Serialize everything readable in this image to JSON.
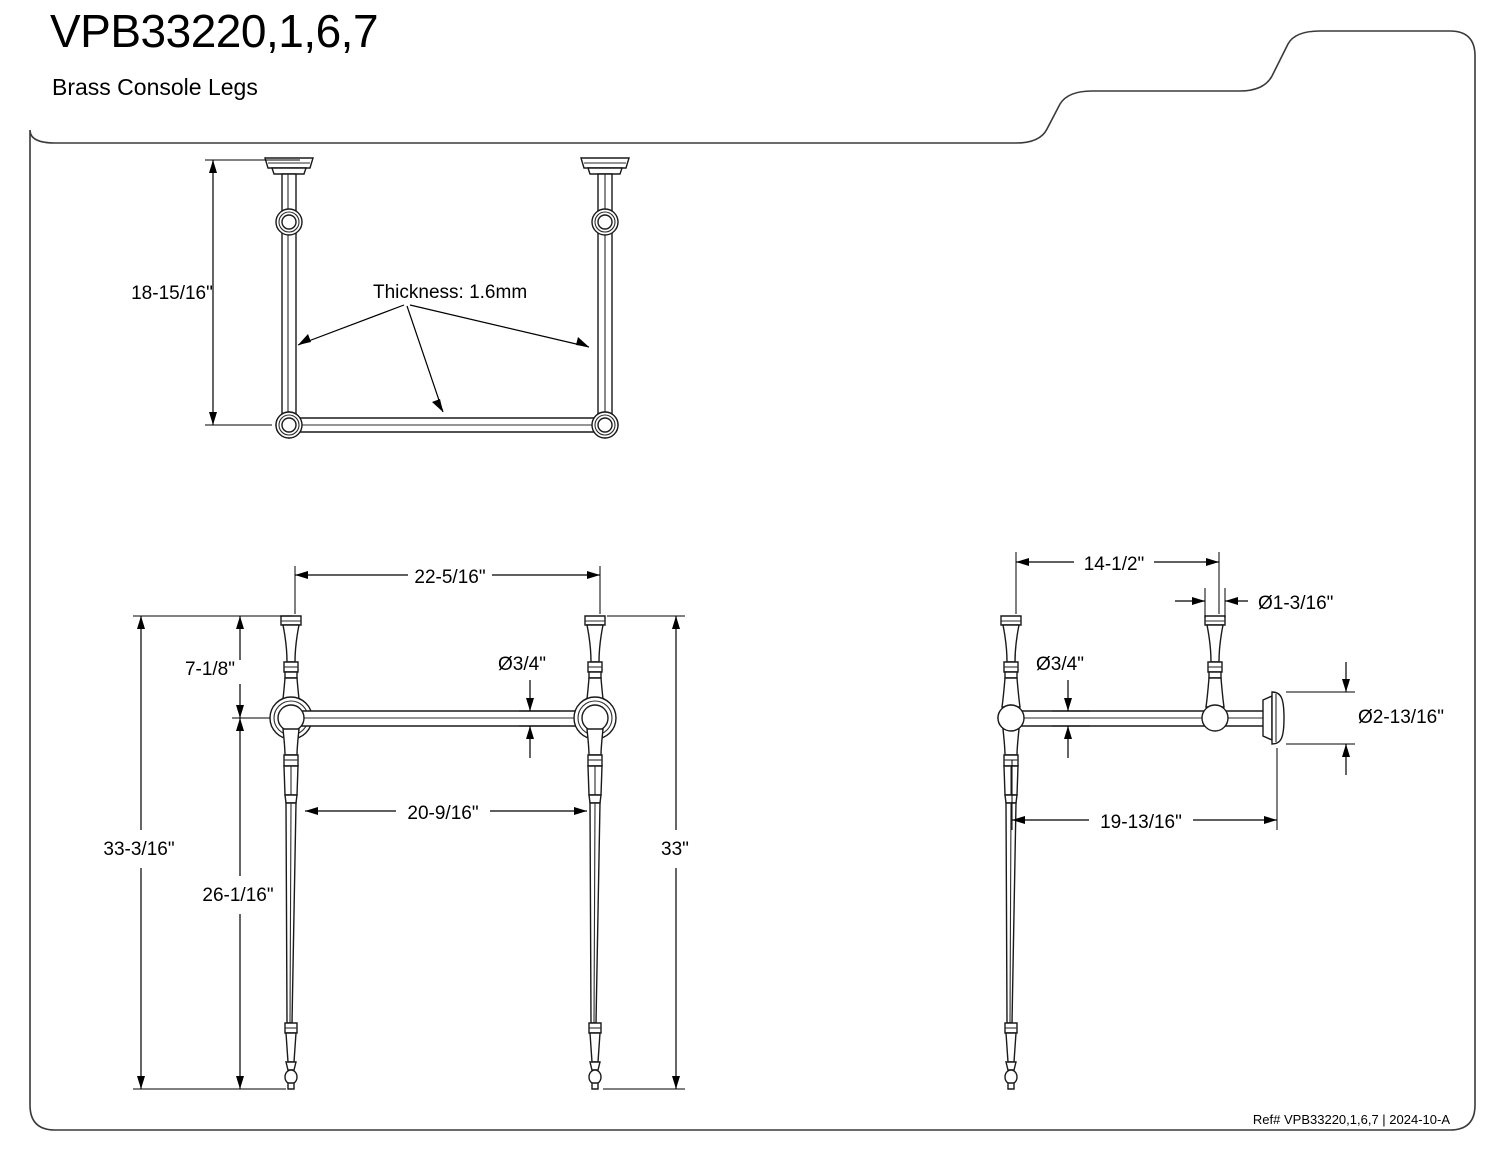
{
  "document": {
    "title": "VPB33220,1,6,7",
    "subtitle": "Brass Console Legs",
    "footer_ref": "Ref# VPB33220,1,6,7 | 2024-10-A"
  },
  "colors": {
    "line": "#1a1a1a",
    "border": "#3a3a3a",
    "background": "#ffffff",
    "text": "#000000"
  },
  "views": {
    "top": {
      "name": "top-frame-view",
      "dimensions": {
        "height": "18-15/16\"",
        "note": "Thickness: 1.6mm"
      }
    },
    "front": {
      "name": "front-elevation-view",
      "dimensions": {
        "overall_width": "22-5/16\"",
        "bar_diameter": "Ø3/4\"",
        "top_to_bar": "7-1/8\"",
        "inner_width": "20-9/16\"",
        "overall_height_left": "33-3/16\"",
        "bar_to_floor": "26-1/16\"",
        "overall_height_right": "33\""
      }
    },
    "side": {
      "name": "side-elevation-view",
      "dimensions": {
        "width": "14-1/2\"",
        "post_diameter": "Ø1-3/16\"",
        "bar_diameter": "Ø3/4\"",
        "flange_diameter": "Ø2-13/16\"",
        "depth": "19-13/16\""
      }
    }
  }
}
